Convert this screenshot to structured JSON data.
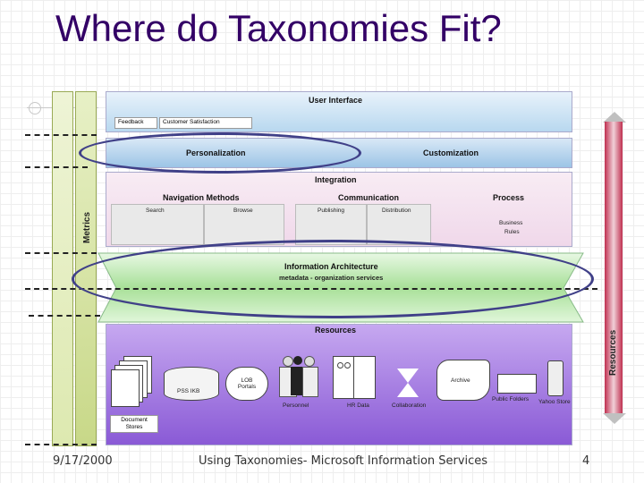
{
  "slide": {
    "title": "Where do Taxonomies Fit?",
    "date": "9/17/2000",
    "footer_center": "Using Taxonomies- Microsoft Information Services",
    "page_number": "4"
  },
  "diagram": {
    "metrics_label": "Metrics",
    "resources_side_label": "Resources",
    "ui": {
      "title": "User Interface",
      "items": [
        "Feedback",
        "Customer Satisfaction"
      ]
    },
    "personalization": {
      "left": "Personalization",
      "right": "Customization"
    },
    "integration": {
      "title": "Integration",
      "groups": [
        {
          "title": "Navigation Methods",
          "items": [
            "Search",
            "Browse"
          ]
        },
        {
          "title": "Communication",
          "items": [
            "Publishing",
            "Distribution"
          ]
        },
        {
          "title": "Process",
          "items": [
            "Business",
            "Rules"
          ]
        }
      ]
    },
    "ia": {
      "title": "Information Architecture",
      "subtitle": "metadata - organization services"
    },
    "resources": {
      "title": "Resources",
      "items": [
        "Document Stores",
        "PSS IKB",
        "LOB Portals",
        "Personnel",
        "HR Data",
        "Collaboration",
        "Archive",
        "Public Folders",
        "Yahoo Store"
      ]
    },
    "colors": {
      "title": "#330066",
      "ellipse": "#404088",
      "ia_band": "#c8eec0",
      "resources_band": "#9966dd",
      "ui_band": "#c0dcf0"
    }
  }
}
